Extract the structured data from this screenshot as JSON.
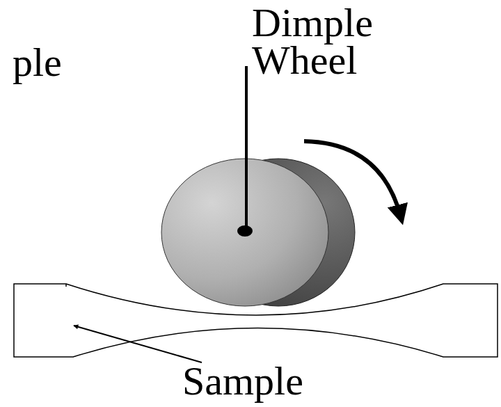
{
  "diagram": {
    "labels": [
      "ple",
      "Dimple Wheel",
      "Sample"
    ]
  }
}
